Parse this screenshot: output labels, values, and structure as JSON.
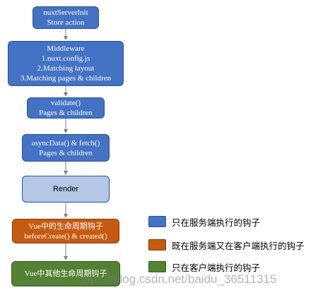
{
  "flowchart": {
    "nodes": [
      {
        "id": "server-init",
        "lines": [
          "nuxtServerInit",
          "Store action"
        ]
      },
      {
        "id": "middleware",
        "lines": [
          "Middleware",
          "1.nuxt.config.js",
          "2.Matching layout",
          "3.Matching pages & children"
        ]
      },
      {
        "id": "validate",
        "lines": [
          "validate()",
          "Pages & children"
        ]
      },
      {
        "id": "async-data",
        "lines": [
          "asyncData() & fetch()",
          "Pages & children"
        ]
      },
      {
        "id": "render",
        "lines": [
          "Render"
        ]
      },
      {
        "id": "vue-hooks",
        "lines": [
          "Vue中的生命周期钩子",
          "beforeCreate() & created()"
        ]
      },
      {
        "id": "vue-other",
        "lines": [
          "Vue中其他生命周期钩子"
        ]
      }
    ]
  },
  "legend": [
    {
      "label": "只在服务端执行的钩子",
      "color": "#4472c4"
    },
    {
      "label": "既在服务端又在客户端执行的钩子",
      "color": "#c55a11"
    },
    {
      "label": "只在客户端执行的钩子",
      "color": "#548235"
    }
  ],
  "watermark": "https://blog.csdn.net/baidu_36511315",
  "colors": {
    "server": "#4472c4",
    "render": "#b4c7e7",
    "both": "#c55a11",
    "client": "#548235",
    "arrow": "#7f7f7f"
  }
}
